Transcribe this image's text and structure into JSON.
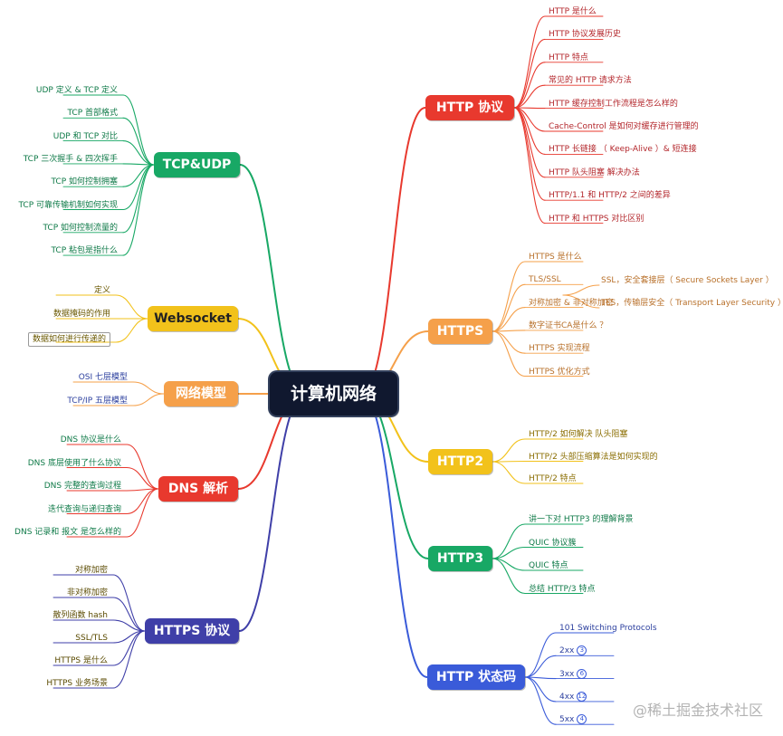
{
  "root": {
    "label": "计算机网络"
  },
  "colors": {
    "http": "#e8392e",
    "https": "#f5a04a",
    "http2": "#f2c21b",
    "http3": "#18a865",
    "status": "#3a5bd9",
    "tcp": "#18a865",
    "websocket": "#f2c21b",
    "model": "#f5a04a",
    "dns": "#e8392e",
    "httpsproto": "#3f3fa8",
    "root": "#10182f"
  },
  "branches": {
    "http": {
      "label": "HTTP 协议",
      "items": [
        "HTTP 是什么",
        "HTTP 协议发展历史",
        "HTTP 特点",
        "常见的 HTTP 请求方法",
        "HTTP 缓存控制工作流程是怎么样的",
        "Cache-Control 是如何对缓存进行管理的",
        "HTTP 长链接 （ Keep-Alive ）& 短连接",
        "HTTP 队头阻塞 解决办法",
        "HTTP/1.1 和 HTTP/2 之间的差异",
        "HTTP 和 HTTPS 对比区别"
      ]
    },
    "https": {
      "label": "HTTPS",
      "items": [
        "HTTPS 是什么",
        "TLS/SSL",
        "对称加密 & 非对称加密",
        "数字证书CA是什么 ？",
        "HTTPS 实现流程",
        "HTTPS 优化方式"
      ],
      "tls_children": [
        "SSL，安全套接层（ Secure Sockets Layer ）",
        "TLS，传输层安全（ Transport Layer Security ）"
      ]
    },
    "http2": {
      "label": "HTTP2",
      "items": [
        "HTTP/2 如何解决 队头阻塞",
        "HTTP/2 头部压缩算法是如何实现的",
        "HTTP/2 特点"
      ]
    },
    "http3": {
      "label": "HTTP3",
      "items": [
        "讲一下对 HTTP3 的理解背景",
        "QUIC 协议簇",
        "QUIC 特点",
        "总结 HTTP/3 特点"
      ]
    },
    "status": {
      "label": "HTTP 状态码",
      "items": [
        {
          "text": "101 Switching Protocols",
          "badge": ""
        },
        {
          "text": "2xx",
          "badge": "3"
        },
        {
          "text": "3xx",
          "badge": "6"
        },
        {
          "text": "4xx",
          "badge": "12"
        },
        {
          "text": "5xx",
          "badge": "4"
        }
      ]
    },
    "tcp": {
      "label": "TCP&UDP",
      "items": [
        "UDP 定义 & TCP 定义",
        "TCP 首部格式",
        "UDP 和 TCP 对比",
        "TCP 三次握手 & 四次挥手",
        "TCP 如何控制拥塞",
        "TCP 可靠传输机制如何实现",
        "TCP 如何控制流量的",
        "TCP 粘包是指什么"
      ]
    },
    "websocket": {
      "label": "Websocket",
      "items": [
        "定义",
        "数据掩码的作用",
        "数据如何进行传递的"
      ]
    },
    "model": {
      "label": "网络模型",
      "items": [
        "OSI 七层模型",
        "TCP/IP 五层模型"
      ]
    },
    "dns": {
      "label": "DNS 解析",
      "items": [
        "DNS 协议是什么",
        "DNS 底层使用了什么协议",
        "DNS 完整的查询过程",
        "迭代查询与递归查询",
        "DNS 记录和 报文 是怎么样的"
      ]
    },
    "httpsproto": {
      "label": "HTTPS 协议",
      "items": [
        "对称加密",
        "非对称加密",
        "散列函数 hash",
        "SSL/TLS",
        "HTTPS 是什么",
        "HTTPS 业务场景"
      ]
    }
  },
  "watermark": "@稀土掘金技术社区"
}
